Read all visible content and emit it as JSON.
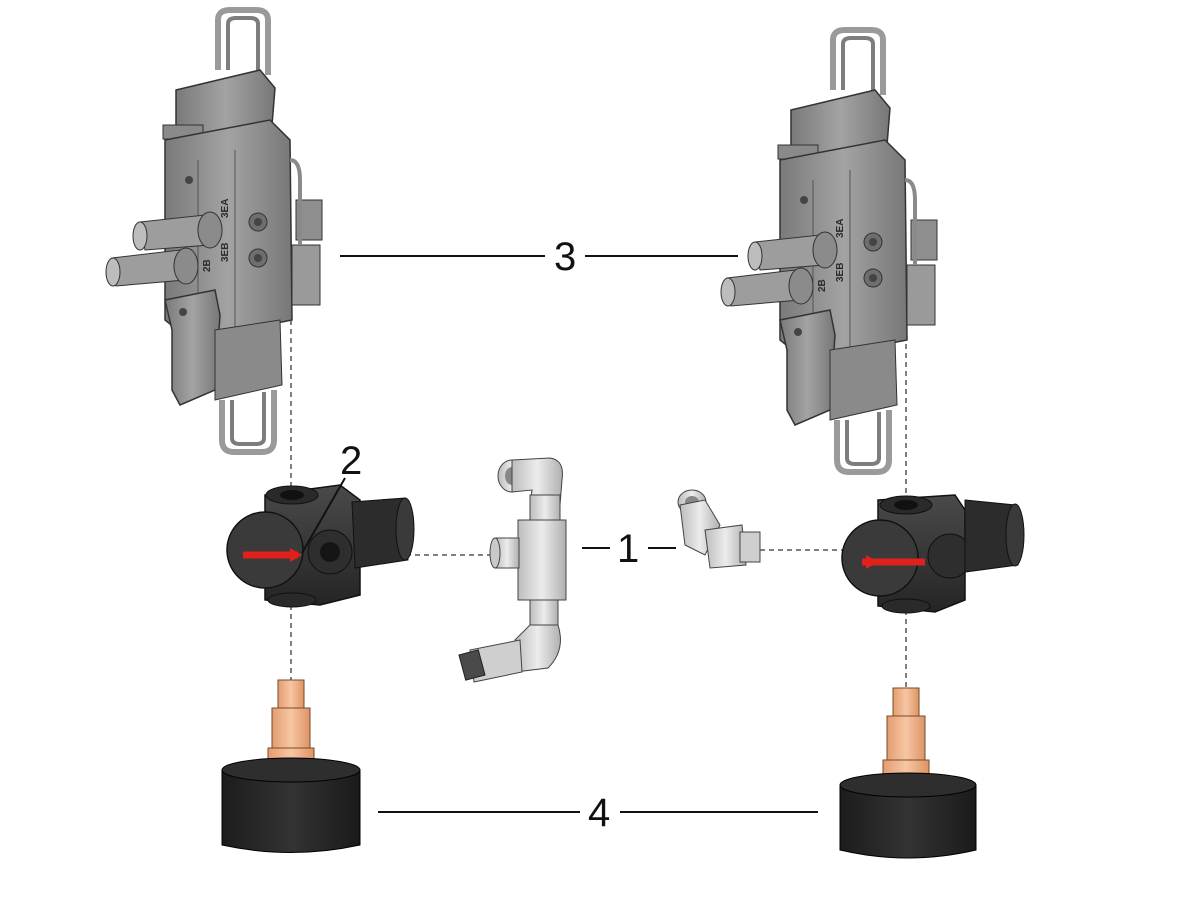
{
  "callouts": {
    "fitting": "1",
    "regulator": "2",
    "valve": "3",
    "muffler": "4"
  },
  "valve_port_labels": {
    "port_2b": "2B",
    "port_3eb": "3EB",
    "port_3ea": "3EA"
  },
  "colors": {
    "valve_body": "#8f8f8f",
    "regulator_body": "#3c3c3c",
    "indicator_arrow": "#e0201b",
    "brass_fitting": "#f2b48a",
    "muffler_body": "#262626",
    "fitting_chrome": "#d6d6d6"
  }
}
